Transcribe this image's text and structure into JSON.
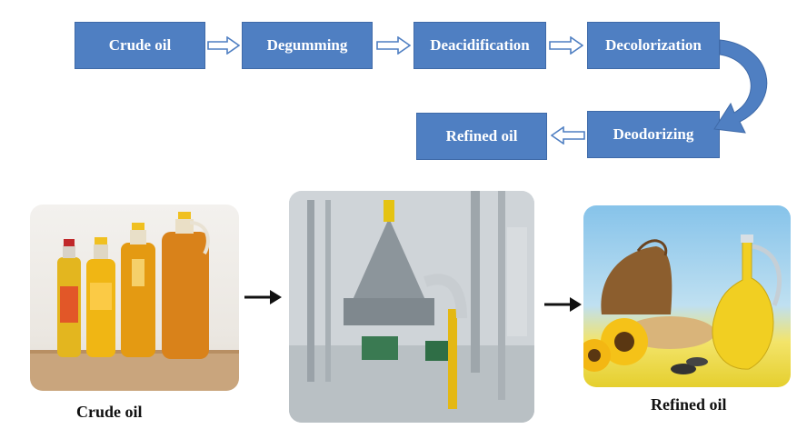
{
  "flow": {
    "steps": [
      "Crude oil",
      "Degumming",
      "Deacidification",
      "Decolorization",
      "Deodorizing",
      "Refined oil"
    ]
  },
  "captions": {
    "left": "Crude oil",
    "right": "Refined oil"
  },
  "colors": {
    "box_fill": "#4f7fc2",
    "box_border": "#3f6aa8",
    "box_text": "#ffffff",
    "arrow_black": "#111111"
  }
}
